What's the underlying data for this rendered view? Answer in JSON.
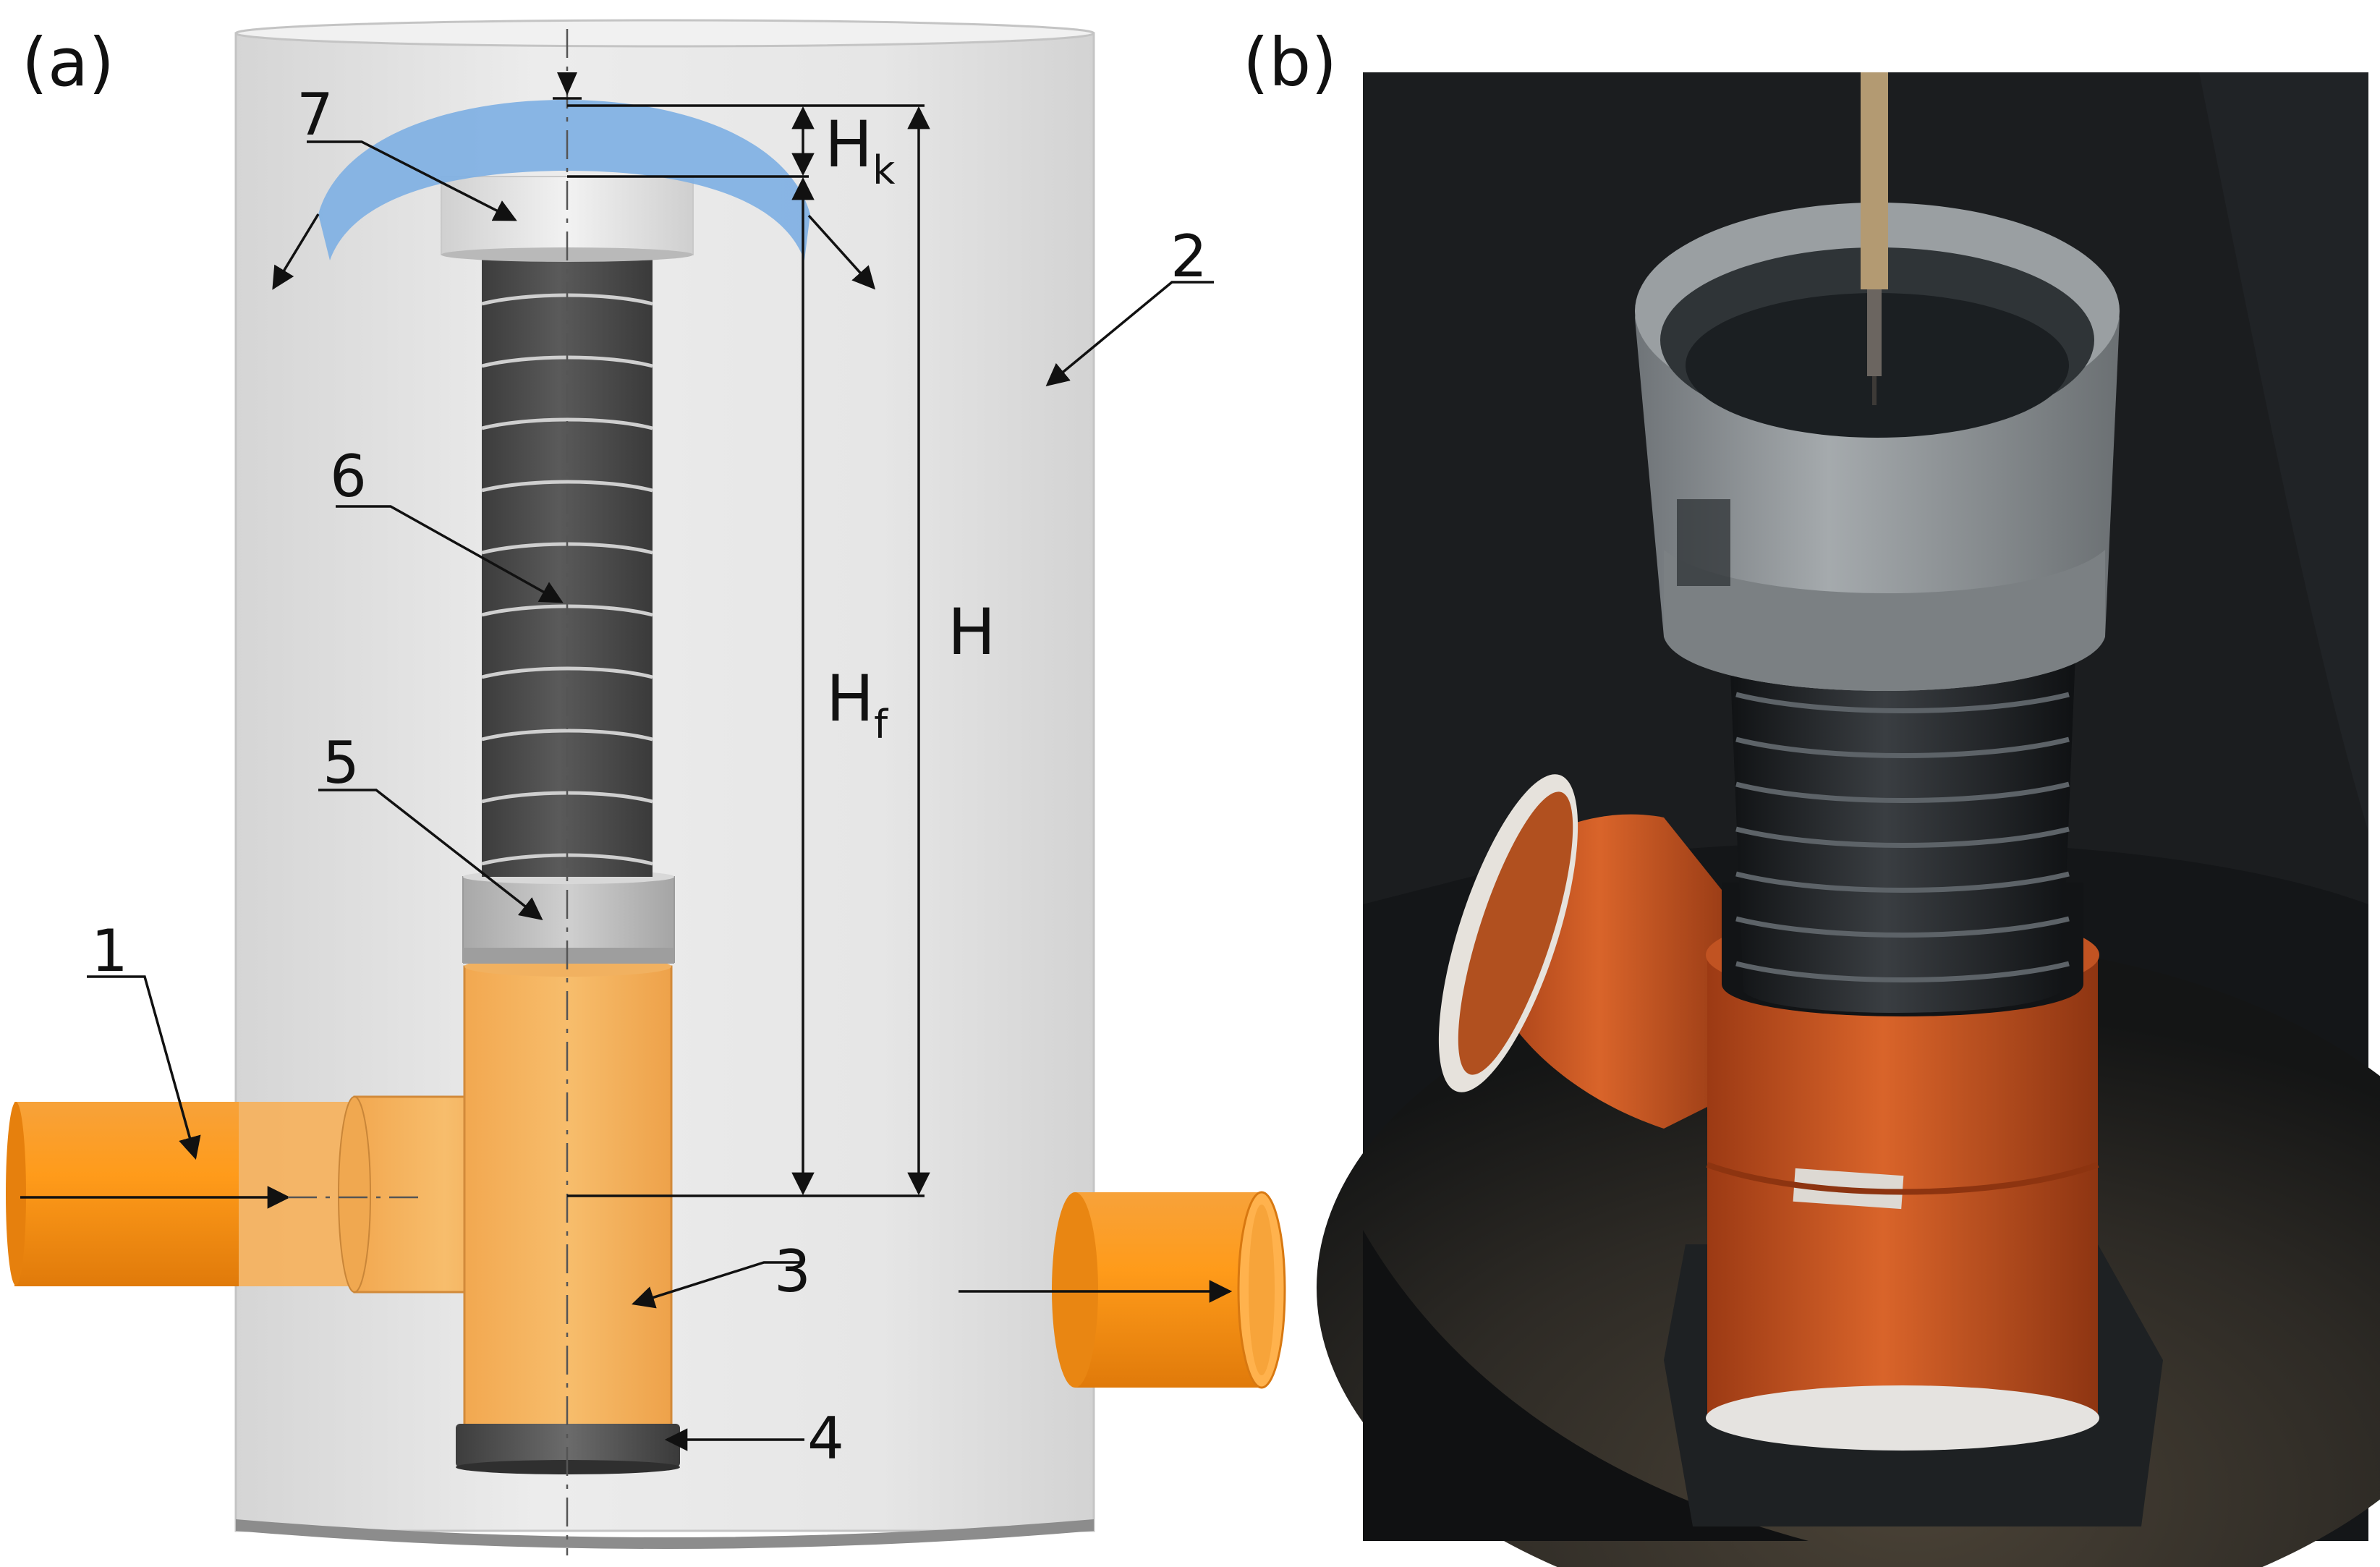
{
  "panels": {
    "a": {
      "label": "(a)"
    },
    "b": {
      "label": "(b)"
    }
  },
  "callouts": [
    {
      "id": "1",
      "text": "1"
    },
    {
      "id": "2",
      "text": "2"
    },
    {
      "id": "3",
      "text": "3"
    },
    {
      "id": "4",
      "text": "4"
    },
    {
      "id": "5",
      "text": "5"
    },
    {
      "id": "6",
      "text": "6"
    },
    {
      "id": "7",
      "text": "7"
    }
  ],
  "dimensions": {
    "hk": {
      "main": "H",
      "sub": "k"
    },
    "hf": {
      "main": "H",
      "sub": "f"
    },
    "h": {
      "main": "H"
    }
  },
  "colors": {
    "tank": "#e4e4e4",
    "pipe_orange": "#f39a2a",
    "tee_orange": "#f5b35a",
    "cap_blue": "#7fb0e3",
    "corrugated": "#4a4a4a",
    "sleeve_grey": "#b8b8b8",
    "photo_background": "#151718",
    "photo_orange": "#c4541f",
    "photo_grey_cup": "#8f9497"
  }
}
